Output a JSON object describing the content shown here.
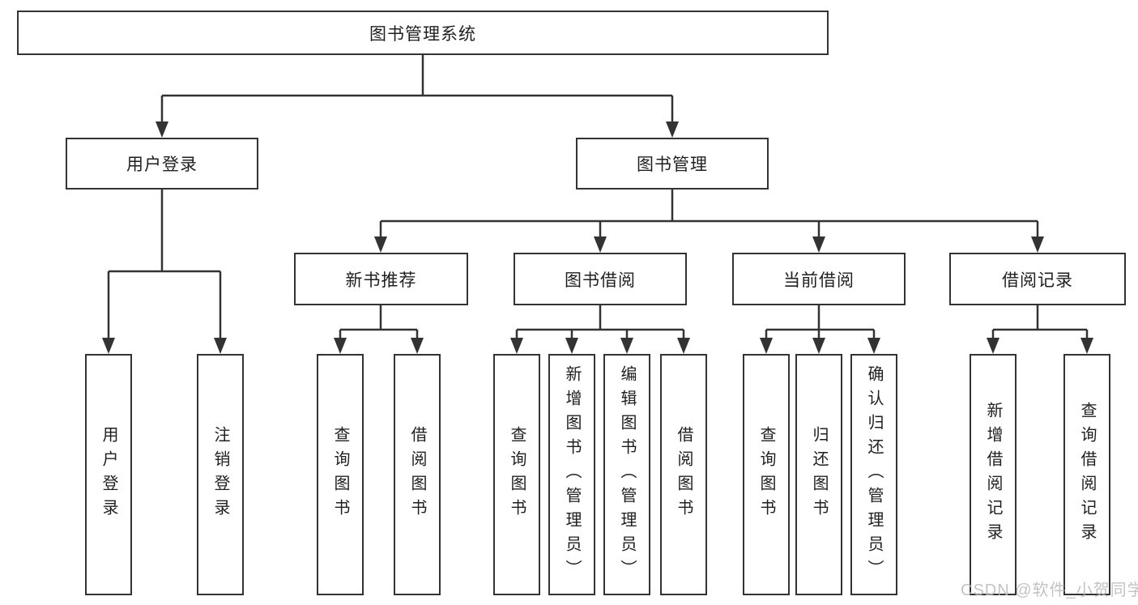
{
  "diagram": {
    "root": {
      "label": "图书管理系统"
    },
    "level2": [
      {
        "label": "用户登录"
      },
      {
        "label": "图书管理"
      }
    ],
    "level3": [
      {
        "label": "新书推荐",
        "parent": "图书管理"
      },
      {
        "label": "图书借阅",
        "parent": "图书管理"
      },
      {
        "label": "当前借阅",
        "parent": "图书管理"
      },
      {
        "label": "借阅记录",
        "parent": "图书管理"
      }
    ],
    "leaves": [
      {
        "label": "用户登录",
        "parent": "用户登录"
      },
      {
        "label": "注销登录",
        "parent": "用户登录"
      },
      {
        "label": "查询图书",
        "parent": "新书推荐"
      },
      {
        "label": "借阅图书",
        "parent": "新书推荐"
      },
      {
        "label": "查询图书",
        "parent": "图书借阅"
      },
      {
        "label": "新增图书（管理员）",
        "parent": "图书借阅"
      },
      {
        "label": "编辑图书（管理员）",
        "parent": "图书借阅"
      },
      {
        "label": "借阅图书",
        "parent": "图书借阅"
      },
      {
        "label": "查询图书",
        "parent": "当前借阅"
      },
      {
        "label": "归还图书",
        "parent": "当前借阅"
      },
      {
        "label": "确认归还（管理员）",
        "parent": "当前借阅"
      },
      {
        "label": "新增借阅记录",
        "parent": "借阅记录"
      },
      {
        "label": "查询借阅记录",
        "parent": "借阅记录"
      }
    ],
    "watermark": "CSDN @软件_小贺同学",
    "colors": {
      "line": "#333333",
      "text": "#1f1f1f",
      "background": "#ffffff",
      "watermark": "#b9b9b9"
    }
  }
}
